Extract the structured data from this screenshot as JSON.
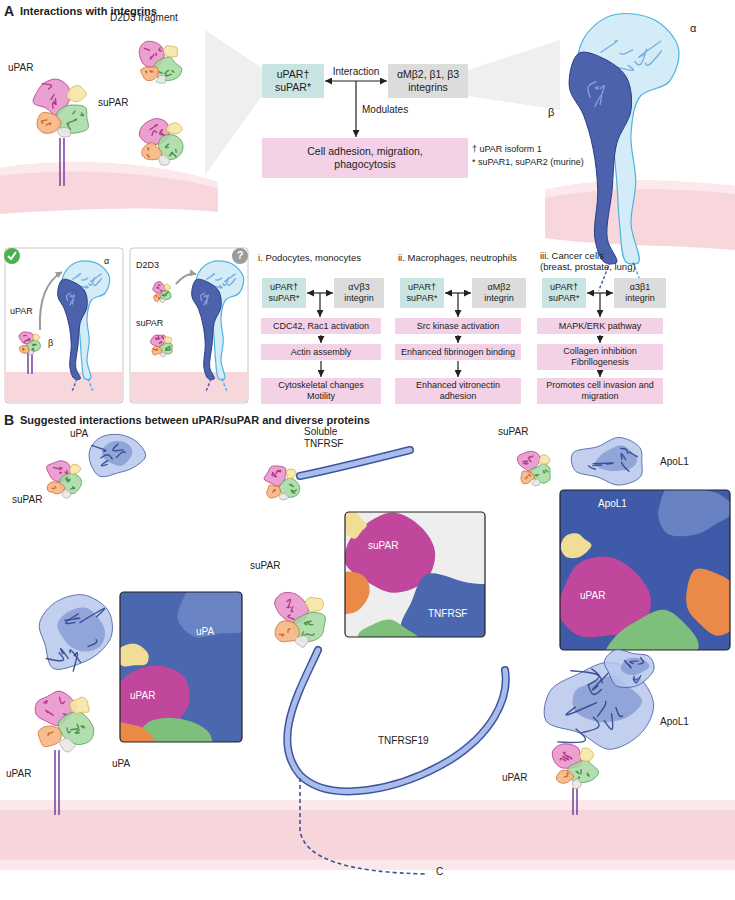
{
  "diagram": {
    "nodes": [
      {
        "text": [
          "uPAR†",
          "suPAR*"
        ]
      },
      {
        "text": [
          "αMβ2, β1, β3 integrins"
        ]
      },
      {
        "text": [
          "Cell adhesion, migration, phagocytosis"
        ]
      },
      {
        "text": [
          "uPAR†",
          "suPAR*"
        ]
      },
      {
        "text": [
          "αVβ3 integrin"
        ]
      },
      {
        "text": [
          "CDC42, Rac1 activation"
        ]
      },
      {
        "text": [
          "Actin assembly"
        ]
      },
      {
        "text": [
          "Cytoskeletal changes",
          "Motility"
        ]
      },
      {
        "text": [
          "uPAR†",
          "suPAR*"
        ]
      },
      {
        "text": [
          "αMβ2 integrin"
        ]
      },
      {
        "text": [
          "Src kinase activation"
        ]
      },
      {
        "text": [
          "Enhanced fibrinogen binding"
        ]
      },
      {
        "text": [
          "Enhanced vitronectin adhesion"
        ]
      },
      {
        "text": [
          "uPAR†",
          "suPAR*"
        ]
      },
      {
        "text": [
          "α3β1 integrin"
        ]
      },
      {
        "text": [
          "MAPK/ERK pathway"
        ]
      },
      {
        "text": [
          "Collagen inhibition",
          "Fibrillogenesis"
        ]
      },
      {
        "text": [
          "Promotes cell invasion and migration"
        ]
      }
    ],
    "edges": [
      {
        "from": 0,
        "to": 1,
        "arrow": "both",
        "label": "Interaction"
      },
      {
        "from": 3,
        "to": 4,
        "arrow": "both"
      },
      {
        "from": 5,
        "to": 6,
        "arrow": "to"
      },
      {
        "from": 6,
        "to": 7,
        "arrow": "to"
      },
      {
        "from": 8,
        "to": 9,
        "arrow": "both"
      },
      {
        "from": 10,
        "to": 11,
        "arrow": "to"
      },
      {
        "from": 11,
        "to": 12,
        "arrow": "to"
      },
      {
        "from": 13,
        "to": 14,
        "arrow": "both"
      },
      {
        "from": 15,
        "to": 16,
        "arrow": "to"
      },
      {
        "from": 16,
        "to": 17,
        "arrow": "to"
      }
    ],
    "labels": [
      "A",
      "Interactions with integrins",
      "D2D3 fragment",
      "uPAR",
      "suPAR",
      "α",
      "β",
      "Modulates",
      "† uPAR isoform 1",
      "* suPAR1, suPAR2 (murine)",
      "α",
      "uPAR",
      "β",
      "D2D3",
      "suPAR",
      "?",
      "i. Podocytes, monocytes",
      "ii. Macrophages, neutrophils",
      "iii. Cancer cells (breast, prostate, lung)",
      "B",
      "Suggested interactions between uPAR/suPAR and diverse proteins",
      "uPA",
      "suPAR",
      "uPA",
      "uPAR",
      "uPA",
      "uPAR",
      "Soluble TNFRSF",
      "suPAR",
      "TNFRSF",
      "suPAR",
      "TNFRSF19",
      "C",
      "suPAR",
      "ApoL1",
      "ApoL1",
      "uPAR",
      "ApoL1",
      "uPAR"
    ]
  }
}
